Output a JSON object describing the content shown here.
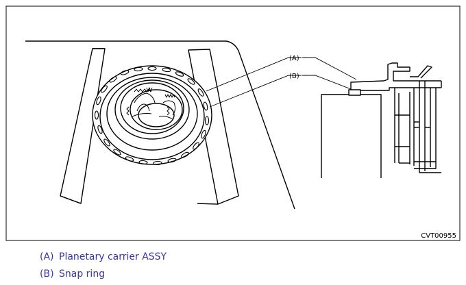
{
  "figure": {
    "callout_a": "(A)",
    "callout_b": "(B)",
    "figure_code": "CVT00955"
  },
  "legend": [
    {
      "key": "(A)",
      "text": "Planetary carrier ASSY"
    },
    {
      "key": "(B)",
      "text": "Snap ring"
    }
  ]
}
